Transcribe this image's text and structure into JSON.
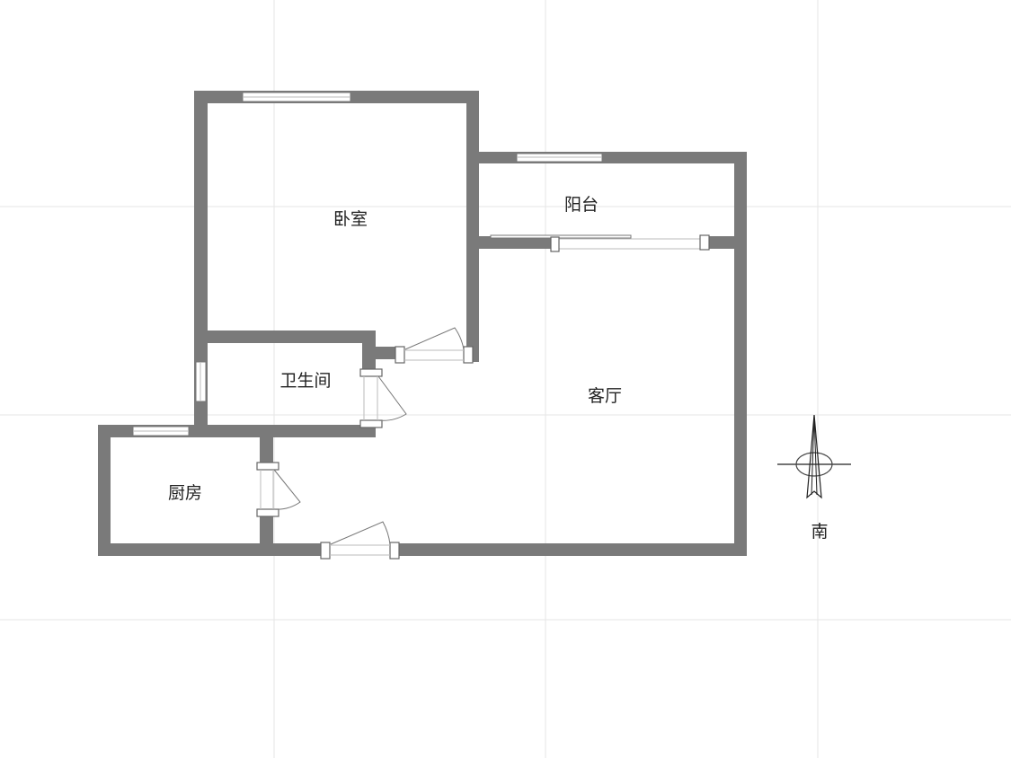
{
  "rooms": {
    "bedroom": "卧室",
    "balcony": "阳台",
    "bathroom": "卫生间",
    "living_room": "客厅",
    "kitchen": "厨房"
  },
  "compass": {
    "label": "南",
    "icon": "north-arrow-icon"
  },
  "colors": {
    "wall": "#7a7a7a",
    "grid": "#e6e6e6",
    "background": "#ffffff"
  }
}
